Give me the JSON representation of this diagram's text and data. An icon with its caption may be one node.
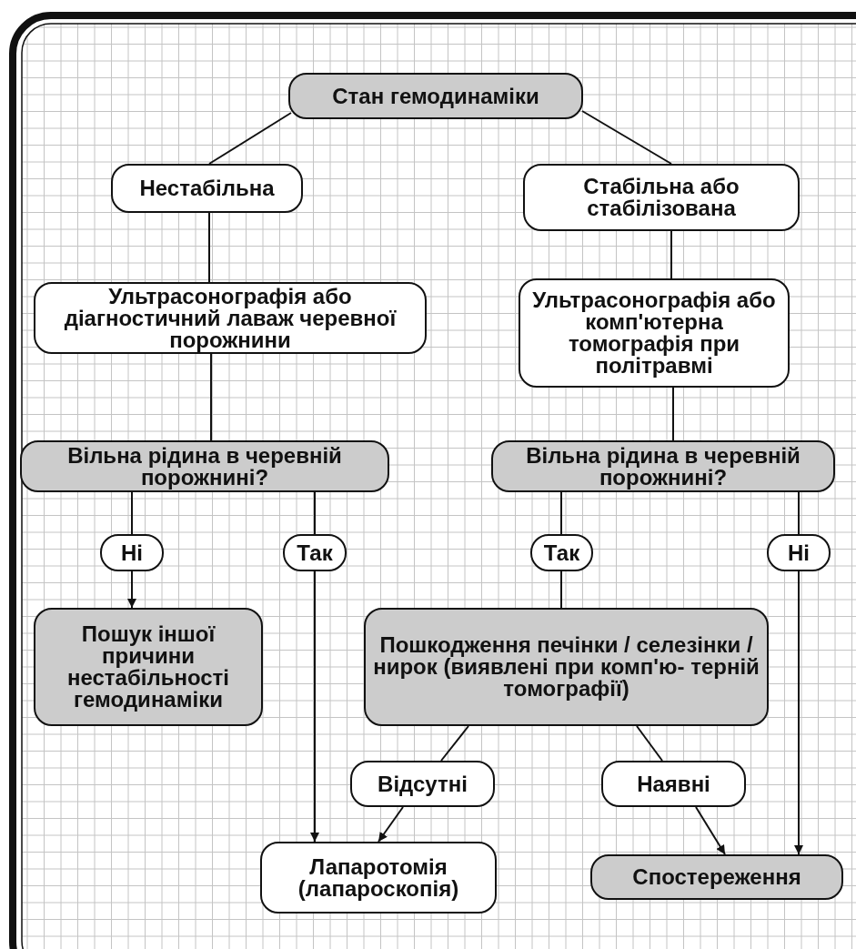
{
  "diagram": {
    "nodes": [
      {
        "text": [
          "Стан гемодинаміки"
        ]
      },
      {
        "text": [
          "Нестабільна"
        ]
      },
      {
        "text": [
          "Стабільна або стабілізована"
        ]
      },
      {
        "text": [
          "Ультрасонографія або діагностичний лаваж черевної порожнини"
        ]
      },
      {
        "text": [
          "Ультрасонографія або комп'ютерна томографія при політравмі"
        ]
      },
      {
        "text": [
          "Вільна рідина в черевній порожнині?"
        ]
      },
      {
        "text": [
          "Вільна рідина в черевній порожнині?"
        ]
      },
      {
        "text": [
          "Ні"
        ]
      },
      {
        "text": [
          "Так"
        ]
      },
      {
        "text": [
          "Так"
        ]
      },
      {
        "text": [
          "Ні"
        ]
      },
      {
        "text": [
          "Пошук іншої причини нестабільності гемодинаміки"
        ]
      },
      {
        "text": [
          "Пошкодження печінки / селезінки / нирок (виявлені при комп'ю- терній томографії)"
        ]
      },
      {
        "text": [
          "Відсутні"
        ]
      },
      {
        "text": [
          "Наявні"
        ]
      },
      {
        "text": [
          "Лапаротомія (лапароскопія)"
        ]
      },
      {
        "text": [
          "Спостереження"
        ]
      }
    ],
    "edges": [
      {
        "from": 0,
        "to": 1,
        "arrow": "none"
      },
      {
        "from": 0,
        "to": 2,
        "arrow": "none"
      },
      {
        "from": 1,
        "to": 3,
        "arrow": "none"
      },
      {
        "from": 2,
        "to": 4,
        "arrow": "none"
      },
      {
        "from": 3,
        "to": 5,
        "arrow": "none"
      },
      {
        "from": 4,
        "to": 6,
        "arrow": "none"
      },
      {
        "from": 5,
        "to": 7,
        "arrow": "none"
      },
      {
        "from": 7,
        "to": 11,
        "arrow": "to"
      },
      {
        "from": 5,
        "to": 8,
        "arrow": "none"
      },
      {
        "from": 8,
        "to": 15,
        "arrow": "to"
      },
      {
        "from": 6,
        "to": 9,
        "arrow": "none"
      },
      {
        "from": 9,
        "to": 12,
        "arrow": "none"
      },
      {
        "from": 6,
        "to": 10,
        "arrow": "none"
      },
      {
        "from": 10,
        "to": 16,
        "arrow": "to"
      },
      {
        "from": 12,
        "to": 13,
        "arrow": "none"
      },
      {
        "from": 13,
        "to": 15,
        "arrow": "to"
      },
      {
        "from": 12,
        "to": 14,
        "arrow": "none"
      },
      {
        "from": 14,
        "to": 16,
        "arrow": "to"
      }
    ]
  }
}
